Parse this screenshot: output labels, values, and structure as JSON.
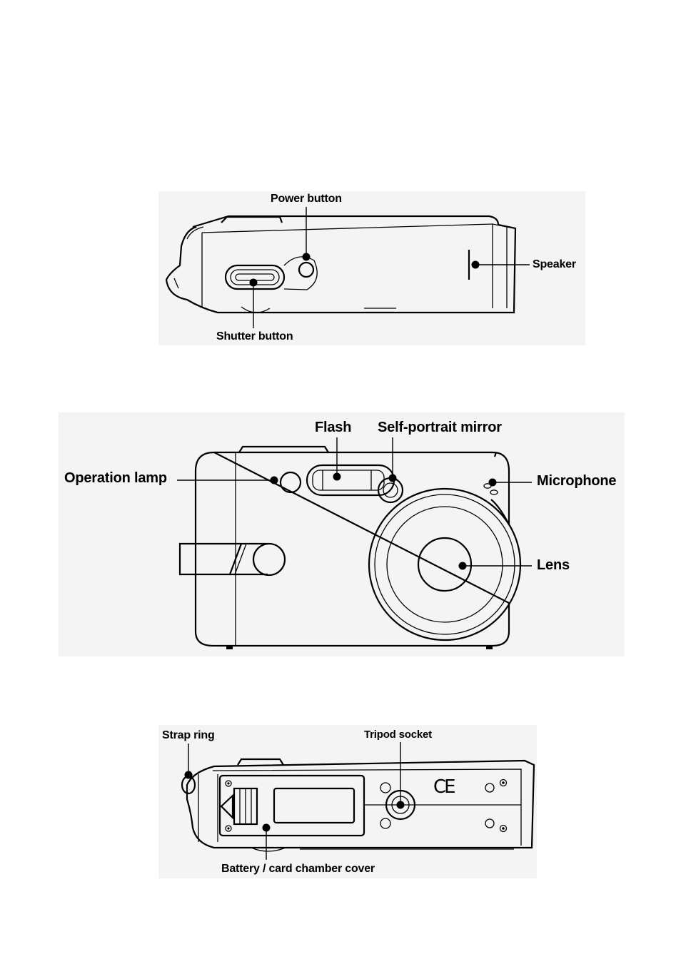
{
  "top_view": {
    "labels": {
      "power_button": "Power button",
      "speaker": "Speaker",
      "shutter_button": "Shutter button"
    }
  },
  "front_view": {
    "labels": {
      "flash": "Flash",
      "self_portrait_mirror": "Self-portrait mirror",
      "operation_lamp": "Operation lamp",
      "microphone": "Microphone",
      "lens": "Lens"
    }
  },
  "bottom_view": {
    "labels": {
      "strap_ring": "Strap ring",
      "tripod_socket": "Tripod socket",
      "battery_cover": "Battery / card chamber cover",
      "ce_mark": "CE"
    }
  }
}
